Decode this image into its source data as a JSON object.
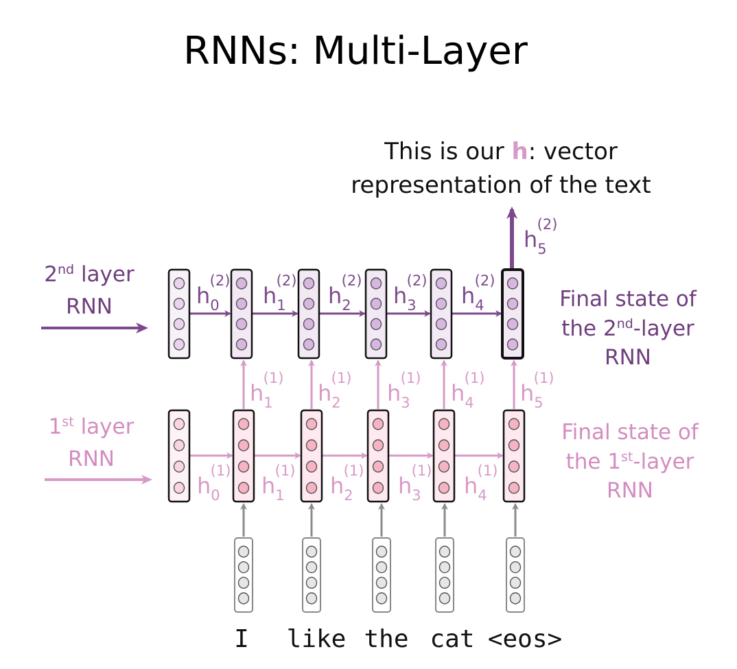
{
  "title": "RNNs: Multi-Layer",
  "caption": {
    "line1_before": "This is our ",
    "line1_highlight": "h",
    "line1_after": ": vector",
    "line2": "representation of the text"
  },
  "left_labels": {
    "layer2": {
      "ordinal": "2",
      "suffix": "nd",
      "word": " layer",
      "line2": "RNN"
    },
    "layer1": {
      "ordinal": "1",
      "suffix": "st",
      "word": " layer",
      "line2": "RNN"
    }
  },
  "right_labels": {
    "layer2": {
      "line1": "Final state of",
      "line2_before": "the 2",
      "line2_sup": "nd",
      "line2_after": "-layer",
      "line3": "RNN"
    },
    "layer1": {
      "line1": "Final state of",
      "line2_before": "the 1",
      "line2_sup": "st",
      "line2_after": "-layer",
      "line3": "RNN"
    }
  },
  "layer2_states": [
    {
      "base": "h",
      "sub": "0",
      "sup": "(2)"
    },
    {
      "base": "h",
      "sub": "1",
      "sup": "(2)"
    },
    {
      "base": "h",
      "sub": "2",
      "sup": "(2)"
    },
    {
      "base": "h",
      "sub": "3",
      "sup": "(2)"
    },
    {
      "base": "h",
      "sub": "4",
      "sup": "(2)"
    },
    {
      "base": "h",
      "sub": "5",
      "sup": "(2)"
    }
  ],
  "up_states": [
    {
      "base": "h",
      "sub": "1",
      "sup": "(1)"
    },
    {
      "base": "h",
      "sub": "2",
      "sup": "(1)"
    },
    {
      "base": "h",
      "sub": "3",
      "sup": "(1)"
    },
    {
      "base": "h",
      "sub": "4",
      "sup": "(1)"
    },
    {
      "base": "h",
      "sub": "5",
      "sup": "(1)"
    }
  ],
  "layer1_states": [
    {
      "base": "h",
      "sub": "0",
      "sup": "(1)"
    },
    {
      "base": "h",
      "sub": "1",
      "sup": "(1)"
    },
    {
      "base": "h",
      "sub": "2",
      "sup": "(1)"
    },
    {
      "base": "h",
      "sub": "3",
      "sup": "(1)"
    },
    {
      "base": "h",
      "sub": "4",
      "sup": "(1)"
    }
  ],
  "words": [
    "I",
    "like",
    "the",
    "cat",
    "<eos>"
  ],
  "colors": {
    "dark_purple": "#7c4a8c",
    "light_pink": "#d79ac6",
    "gray": "#8a8a8a",
    "layer2_box_fill": "#f3e9f5",
    "layer2_node": "#d7b7e0",
    "layer1_box_fill": "#fde9ef",
    "layer1_node": "#f6b3c3",
    "input_node": "#e6e6e6"
  }
}
